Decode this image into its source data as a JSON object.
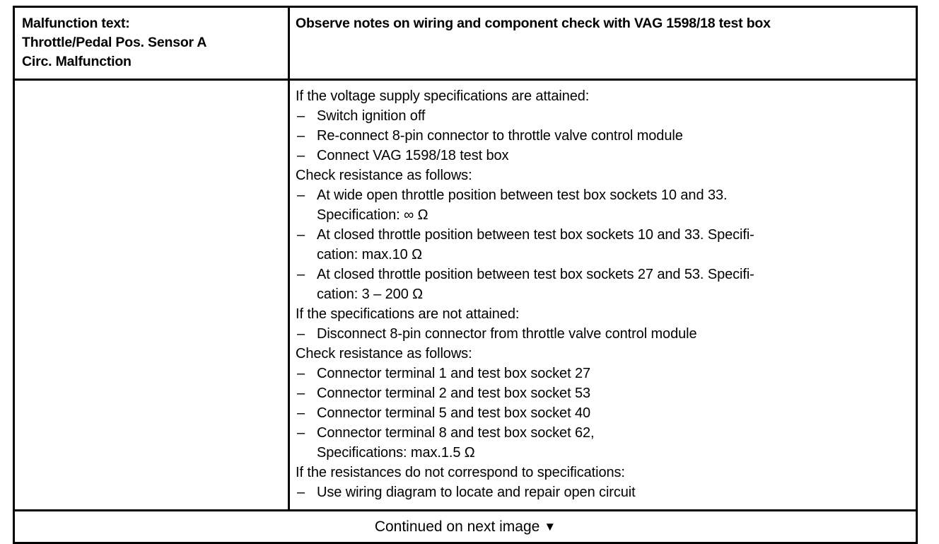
{
  "table": {
    "header": {
      "left_lines": [
        "Malfunction text:",
        "Throttle/Pedal Pos. Sensor A",
        "Circ. Malfunction"
      ],
      "right_text": "Observe notes on wiring and component check with VAG 1598/18 test box"
    },
    "body": {
      "left_text": "",
      "right_lines": [
        {
          "type": "plain",
          "text": "If the voltage supply specifications are attained:"
        },
        {
          "type": "item",
          "dash": "–",
          "text": "Switch ignition off"
        },
        {
          "type": "item",
          "dash": "–",
          "text": "Re-connect 8-pin connector to throttle valve control module"
        },
        {
          "type": "item",
          "dash": "–",
          "text": "Connect VAG 1598/18 test box"
        },
        {
          "type": "plain",
          "text": "Check resistance as follows:"
        },
        {
          "type": "item",
          "dash": "–",
          "text": "At wide open throttle position between test box sockets 10 and 33."
        },
        {
          "type": "cont",
          "text": "Specification: ∞ Ω"
        },
        {
          "type": "item",
          "dash": "–",
          "text": "At closed throttle position between test box sockets 10 and 33.  Specifi-"
        },
        {
          "type": "cont",
          "text": "cation: max.10 Ω"
        },
        {
          "type": "item",
          "dash": "–",
          "text": "At closed throttle position between test box sockets 27 and 53.  Specifi-"
        },
        {
          "type": "cont",
          "text": "cation: 3 – 200 Ω"
        },
        {
          "type": "plain",
          "text": "If the specifications are not attained:"
        },
        {
          "type": "item",
          "dash": "–",
          "text": "Disconnect 8-pin connector from throttle valve control module"
        },
        {
          "type": "plain",
          "text": "Check resistance as follows:"
        },
        {
          "type": "item",
          "dash": "–",
          "text": "Connector terminal 1 and test box socket 27"
        },
        {
          "type": "item",
          "dash": "–",
          "text": "Connector terminal 2 and test box socket 53"
        },
        {
          "type": "item",
          "dash": "–",
          "text": "Connector terminal 5 and test box socket 40"
        },
        {
          "type": "item",
          "dash": "–",
          "text": "Connector terminal 8 and test box socket 62,"
        },
        {
          "type": "cont",
          "text": "Specifications: max.1.5 Ω"
        },
        {
          "type": "plain",
          "text": "If the resistances do not correspond to specifications:"
        },
        {
          "type": "item",
          "dash": "–",
          "text": "Use wiring diagram to locate and repair open circuit"
        }
      ]
    },
    "footer": {
      "text": "Continued on next image",
      "arrow": "▼"
    }
  }
}
